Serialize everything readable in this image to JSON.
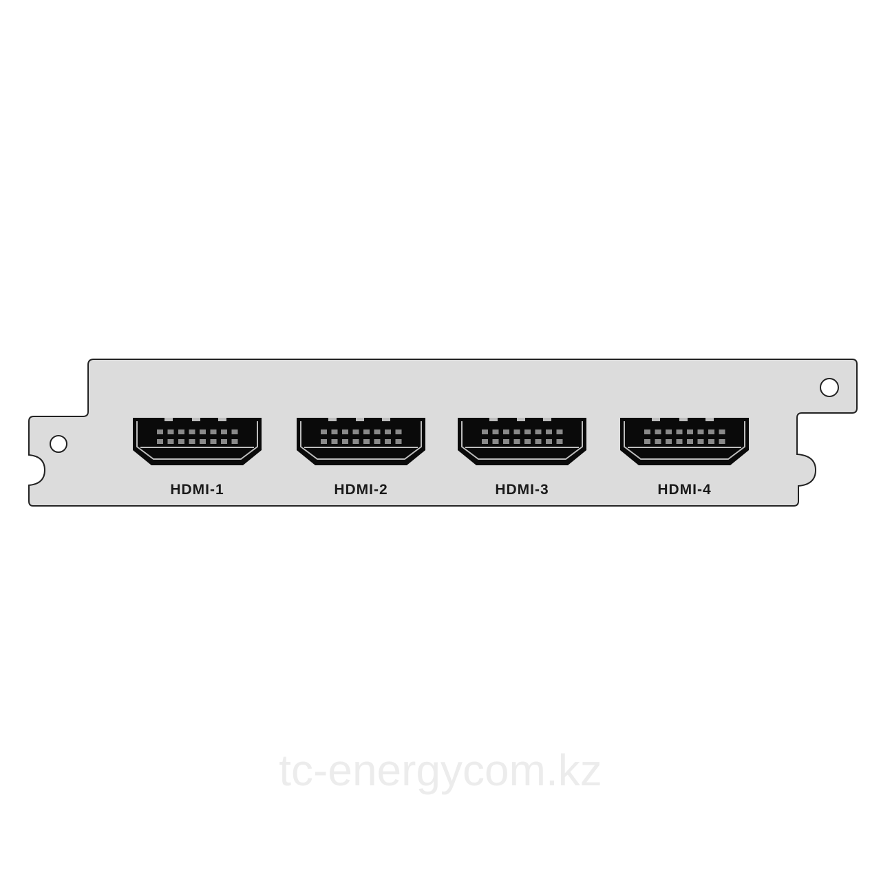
{
  "ports": [
    {
      "label": "HDMI-1"
    },
    {
      "label": "HDMI-2"
    },
    {
      "label": "HDMI-3"
    },
    {
      "label": "HDMI-4"
    }
  ],
  "watermark": "tc-energycom.kz",
  "colors": {
    "plate": "#dcdcdc",
    "outline": "#222222",
    "port": "#0a0a0a",
    "pin": "#8a8a8a"
  }
}
